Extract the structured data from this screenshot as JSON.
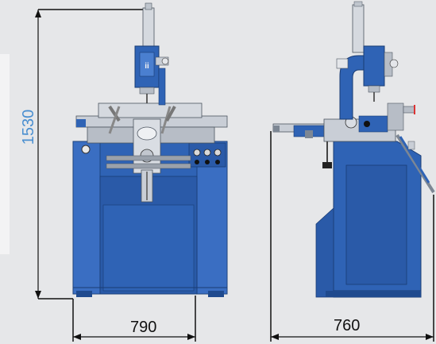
{
  "dimensions": {
    "height": "1530",
    "front_width": "790",
    "side_width": "760"
  },
  "colors": {
    "background": "#e6e7e9",
    "machine_blue": "#2f63b5",
    "machine_blue_dark": "#1f4a8e",
    "machine_blue_light": "#4a7fd0",
    "metal": "#c9ced6",
    "metal_dark": "#7d8794",
    "dimension_line": "#111111",
    "height_label": "#4a8fd0"
  },
  "views": [
    "front-view",
    "side-view"
  ]
}
